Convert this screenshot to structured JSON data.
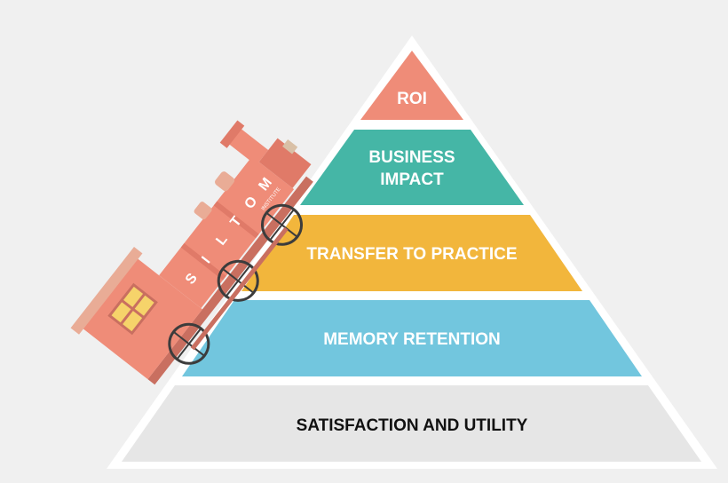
{
  "pyramid": {
    "levels": [
      {
        "id": "roi",
        "lines": [
          "ROI"
        ],
        "color": "#ef8c78",
        "text_color": "#ffffff"
      },
      {
        "id": "business-impact",
        "lines": [
          "BUSINESS",
          "IMPACT"
        ],
        "color": "#45b6a6",
        "text_color": "#ffffff"
      },
      {
        "id": "transfer-to-practice",
        "lines": [
          "TRANSFER TO PRACTICE"
        ],
        "color": "#f2b63c",
        "text_color": "#ffffff"
      },
      {
        "id": "memory-retention",
        "lines": [
          "MEMORY RETENTION"
        ],
        "color": "#72c6de",
        "text_color": "#ffffff"
      },
      {
        "id": "satisfaction-and-utility",
        "lines": [
          "SATISFACTION AND UTILITY"
        ],
        "color": "#e6e6e6",
        "text_color": "#111111"
      }
    ],
    "outline_color": "#ffffff"
  },
  "train": {
    "logo_letters": [
      "S",
      "I",
      "L",
      "T",
      "O",
      "M"
    ],
    "logo_sub": "INSTITUTE",
    "body_color": "#ef8c78",
    "window_color": "#f6d36a",
    "wheel_color": "#3c3c3c"
  }
}
